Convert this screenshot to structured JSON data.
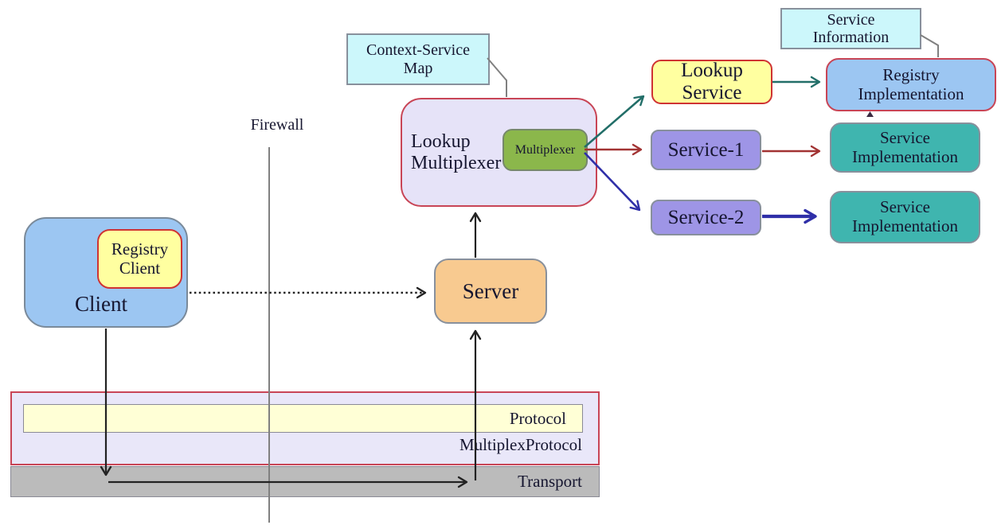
{
  "diagram": {
    "callouts": {
      "context_service_map": "Context-Service\nMap",
      "service_information": "Service\nInformation"
    },
    "nodes": {
      "lookup_multiplexer": "Lookup\nMultiplexer",
      "multiplexer": "Multiplexer",
      "lookup_service": "Lookup\nService",
      "registry_implementation": "Registry\nImplementation",
      "service_1": "Service-1",
      "service_implementation_1": "Service\nImplementation",
      "service_2": "Service-2",
      "service_implementation_2": "Service\nImplementation",
      "client": "Client",
      "registry_client": "Registry\nClient",
      "server": "Server"
    },
    "labels": {
      "firewall": "Firewall",
      "protocol": "Protocol",
      "multiplex_protocol": "MultiplexProtocol",
      "transport": "Transport"
    },
    "colors": {
      "node_blue": "#9cc6f2",
      "node_yellow": "#ffffa0",
      "node_lavender": "#e6e3f8",
      "node_green": "#8bb74b",
      "node_purple": "#9e95e6",
      "node_teal": "#3fb5af",
      "node_orange": "#f8ca90",
      "callout_cyan": "#ccf7fb",
      "layer_yellow": "#ffffd6",
      "layer_lavender": "#e9e7f9",
      "layer_gray": "#bbbbbb",
      "border_red": "#cf3333",
      "border_crimson": "#c84556",
      "border_gray": "#88909c",
      "arrow_black": "#222222",
      "arrow_teal": "#226e68",
      "arrow_red": "#a23333",
      "arrow_blue": "#2f2fa8",
      "line_gray": "#808080",
      "text_dark": "#15152f"
    }
  }
}
